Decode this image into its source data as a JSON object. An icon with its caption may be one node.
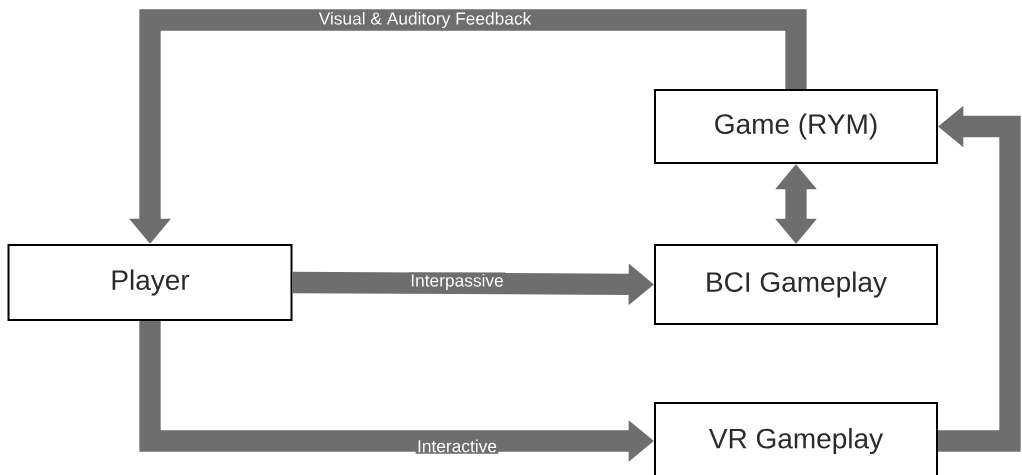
{
  "diagram": {
    "nodes": [
      {
        "text": [
          "Game (RYM)"
        ]
      },
      {
        "text": [
          "Player"
        ]
      },
      {
        "text": [
          "BCI Gameplay"
        ]
      },
      {
        "text": [
          "VR Gameplay"
        ]
      }
    ],
    "edges": [
      {
        "from": 0,
        "to": 1,
        "arrow": "to",
        "label": "Visual & Auditory Feedback"
      },
      {
        "from": 0,
        "to": 2,
        "arrow": "both"
      },
      {
        "from": 1,
        "to": 2,
        "arrow": "to",
        "label": "Interpassive"
      },
      {
        "from": 1,
        "to": 3,
        "arrow": "to",
        "label": "Interactive"
      },
      {
        "from": 3,
        "to": 0,
        "arrow": "to"
      }
    ]
  }
}
